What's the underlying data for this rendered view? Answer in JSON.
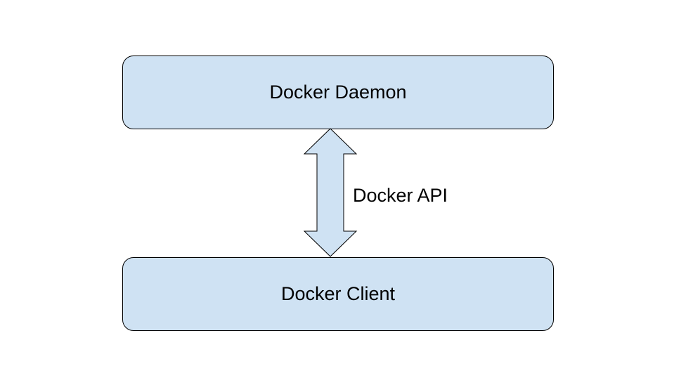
{
  "diagram": {
    "top_box": {
      "label": "Docker Daemon"
    },
    "bottom_box": {
      "label": "Docker Client"
    },
    "connector": {
      "label": "Docker API",
      "direction": "bidirectional"
    }
  },
  "colors": {
    "box_fill": "#cfe2f3",
    "stroke": "#000000",
    "text": "#000000",
    "background": "#ffffff"
  }
}
